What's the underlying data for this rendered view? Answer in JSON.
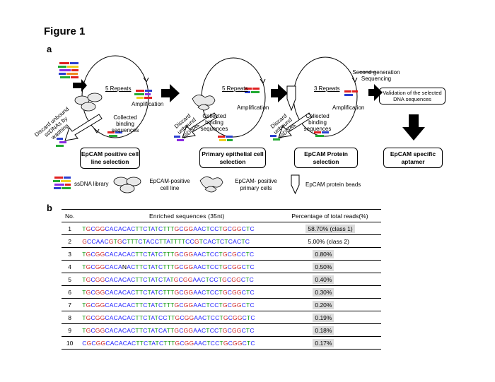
{
  "figure_title": "Figure 1",
  "panel_a": {
    "label": "a",
    "stage1": {
      "repeats": "5 Repeats",
      "amplification": "Amplification",
      "collected": "Collected binding sequences",
      "discard": "Discard unbound ssDNAs by washing",
      "box": "EpCAM positive cell line selection"
    },
    "stage2": {
      "repeats": "5 Repeats",
      "amplification": "Amplification",
      "collected": "Collected binding sequences",
      "discard": "Discard unbound ssDNAs",
      "box": "Primary epithelial cell selection"
    },
    "stage3": {
      "repeats": "3 Repeats",
      "amplification": "Amplification",
      "collected": "Collected binding sequences",
      "discard": "Discard unbound ssDNAs",
      "box": "EpCAM Protein selection"
    },
    "sequencing": "Second generation Sequencing",
    "validation": "Validation of the selected DNA sequences",
    "final_box": "EpCAM specific aptamer",
    "legend": {
      "library": "ssDNA library",
      "cell_line": "EpCAM-positive cell line",
      "primary": "EpCAM- positive primary cells",
      "beads": "EpCAM protein beads"
    },
    "colors": {
      "red": "#e02020",
      "blue": "#2a3fd0",
      "green": "#22aa33",
      "yellow": "#f0d020",
      "purple": "#8a2be2",
      "orange": "#f08a20"
    }
  },
  "panel_b": {
    "label": "b",
    "headers": {
      "no": "No.",
      "seq": "Enriched sequences (35nt)",
      "pct": "Percentage of total reads(%)"
    },
    "rows": [
      {
        "no": "1",
        "seq": "TGCGGCACACACTTCTATCTTTGCGGAACTCCTGCGGCTC",
        "pct": "58.70% (class 1)"
      },
      {
        "no": "2",
        "seq": "GCCAACGTGCTTTCTACCTTATTTTCCGTCACTCTCACTC",
        "pct": "5.00% (class 2)"
      },
      {
        "no": "3",
        "seq": "TGCGGCACACACTTCTATCTTTGCGGAACTCCTGCGCCTC",
        "pct": "0.80%"
      },
      {
        "no": "4",
        "seq": "TGCGGCACANACTTCTATCTTTGCGGAACTCCTGCGGCTC",
        "pct": "0.50%"
      },
      {
        "no": "5",
        "seq": "TGCGGCACACACTTCTATCTATGCGGAACTCCTGCGGCTC",
        "pct": "0.40%"
      },
      {
        "no": "6",
        "seq": "TGCGGCACACACTTCTATCTTTGCGGAACTCCTGCGGCTC",
        "pct": "0.30%"
      },
      {
        "no": "7",
        "seq": "TGCGGCACACACTTCTATCTTTGCGGAACTCCTGCGGCTC",
        "pct": "0.20%"
      },
      {
        "no": "8",
        "seq": "TGCGGCACACACTTCTATCCTTGCGGAACTCCTGCGGCTC",
        "pct": "0.19%"
      },
      {
        "no": "9",
        "seq": "TGCGGCACACACTTCTATCATTGCGGAACTCCTGCGGCTC",
        "pct": "0.18%"
      },
      {
        "no": "10",
        "seq": "CGCGGCACACACTTCTATCTTTGCGGAACTCCTGCGGCTC",
        "pct": "0.17%"
      }
    ]
  }
}
